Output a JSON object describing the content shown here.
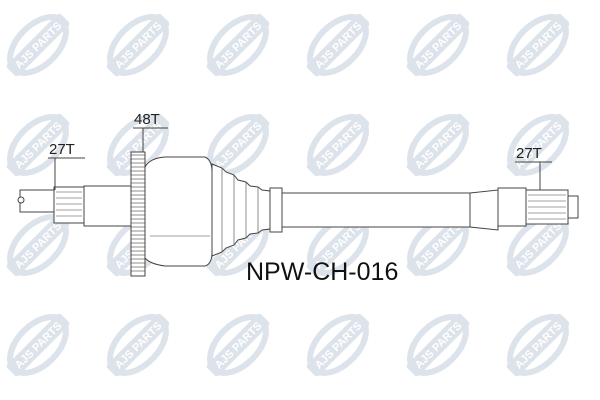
{
  "watermark": {
    "brand": "AJS",
    "suffix": "PARTS",
    "color": "#dde3ea"
  },
  "labels": {
    "left_spline_teeth": "27T",
    "abs_ring_teeth": "48T",
    "right_spline_teeth": "27T"
  },
  "part_number": "NPW-CH-016",
  "colors": {
    "line": "#444444",
    "text": "#111111"
  }
}
